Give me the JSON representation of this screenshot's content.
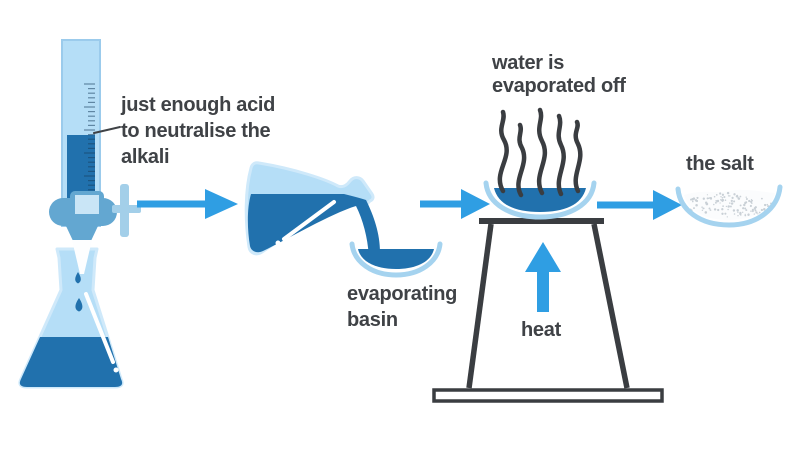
{
  "labels": {
    "burette_note": "just enough acid\nto neutralise the\nalkali",
    "evaporating_basin": "evaporating\nbasin",
    "water_evaporated": "water is\nevaporated off",
    "heat": "heat",
    "the_salt": "the salt"
  },
  "icons": {
    "flow_arrow": "right-arrow",
    "heat_arrow": "up-arrow"
  },
  "colors": {
    "glass_light": "#B5DEF7",
    "glass_edge": "#CFE9FA",
    "tube_edge": "#9BCBEC",
    "liquid_dark": "#2171AD",
    "stopcock_mid": "#63A7D1",
    "stopcock_handle": "#A3CFE9",
    "basin_rim": "#A5D3EF",
    "arrow_blue": "#2F9EE3",
    "ink_dark": "#3A3D41",
    "text_ink": "#3F4246",
    "salt_white": "#FBFCFD"
  }
}
